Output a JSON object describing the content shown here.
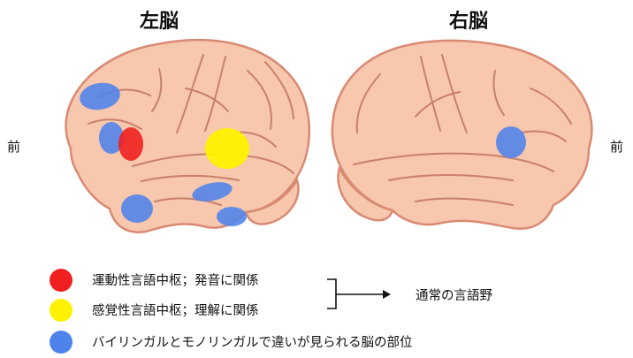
{
  "titles": {
    "left_brain": "左脳",
    "right_brain": "右脳"
  },
  "side_labels": {
    "front_left": "前",
    "front_right": "前"
  },
  "legend": {
    "motor": {
      "text": "運動性言語中枢；発音に関係",
      "color": "#f02020"
    },
    "sensory": {
      "text": "感覚性言語中枢；理解に関係",
      "color": "#fff200"
    },
    "bilingual": {
      "text": "バイリンガルとモノリンガルで違いが見られる脳の部位",
      "color": "#4f83ec"
    }
  },
  "normal_language_area": "通常の言語野",
  "colors": {
    "brain_fill": "#f7c7ae",
    "brain_outline": "#d98a72",
    "gyri_line": "#c9806a",
    "spot_blue": "#4f83ec",
    "spot_red": "#f02020",
    "spot_yellow": "#fff200"
  }
}
